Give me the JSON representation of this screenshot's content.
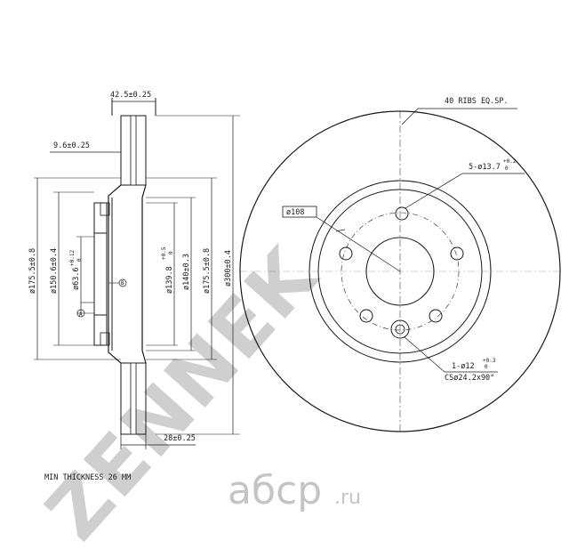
{
  "watermark": "ZENNEK",
  "brand_text": "aбcp",
  "brand_suffix": ".ru",
  "side_view": {
    "overall_width": "42.5±0.25",
    "offset": "9.6±0.25",
    "thickness": "28±0.25",
    "min_thickness": "MIN THICKNESS 26 MM",
    "dia_175_left": "ø175.5±0.8",
    "dia_150": "ø150.6±0.4",
    "dia_63": "ø63.6",
    "dia_63_tol": "+0.12",
    "dia_63_tol2": "0",
    "dia_139": "ø139.8",
    "dia_139_tol": "+0.5",
    "dia_139_tol2": "0",
    "dia_140": "ø140±0.3",
    "dia_175_right": "ø175.5±0.8",
    "dia_300": "ø300±0.4",
    "datum_a": "A",
    "datum_b": "B"
  },
  "front_view": {
    "ribs": "40 RIBS EQ.SP.",
    "holes": "5-ø13.7",
    "holes_tol": "+0.2",
    "holes_tol2": "0",
    "pcd": "ø108",
    "pin_hole": "1-ø12",
    "pin_tol": "+0.3",
    "pin_tol2": "0",
    "chamfer": "CSø24.2x90°"
  }
}
